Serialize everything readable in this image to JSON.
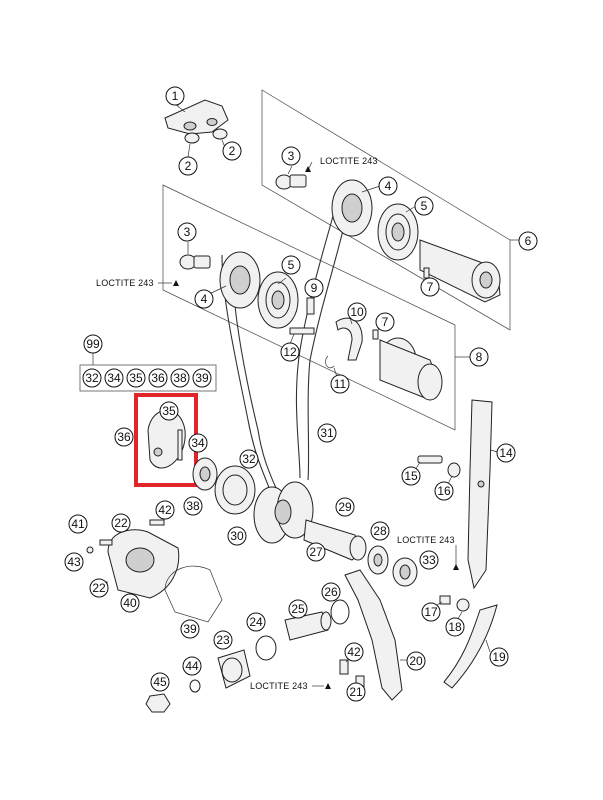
{
  "loctite_label": "LOCTITE 243",
  "kit_number": "99",
  "kit_contents": [
    "32",
    "34",
    "35",
    "36",
    "38",
    "39"
  ],
  "highlight_color": "#e0262b",
  "callouts": [
    {
      "id": "c1",
      "label": "1"
    },
    {
      "id": "c2a",
      "label": "2"
    },
    {
      "id": "c2b",
      "label": "2"
    },
    {
      "id": "c3a",
      "label": "3"
    },
    {
      "id": "c3b",
      "label": "3"
    },
    {
      "id": "c4a",
      "label": "4"
    },
    {
      "id": "c4b",
      "label": "4"
    },
    {
      "id": "c5a",
      "label": "5"
    },
    {
      "id": "c5b",
      "label": "5"
    },
    {
      "id": "c6",
      "label": "6"
    },
    {
      "id": "c7a",
      "label": "7"
    },
    {
      "id": "c7b",
      "label": "7"
    },
    {
      "id": "c8",
      "label": "8"
    },
    {
      "id": "c9",
      "label": "9"
    },
    {
      "id": "c10",
      "label": "10"
    },
    {
      "id": "c11",
      "label": "11"
    },
    {
      "id": "c12",
      "label": "12"
    },
    {
      "id": "c14",
      "label": "14"
    },
    {
      "id": "c15",
      "label": "15"
    },
    {
      "id": "c16",
      "label": "16"
    },
    {
      "id": "c17",
      "label": "17"
    },
    {
      "id": "c18",
      "label": "18"
    },
    {
      "id": "c19",
      "label": "19"
    },
    {
      "id": "c20",
      "label": "20"
    },
    {
      "id": "c21",
      "label": "21"
    },
    {
      "id": "c22a",
      "label": "22"
    },
    {
      "id": "c22b",
      "label": "22"
    },
    {
      "id": "c23",
      "label": "23"
    },
    {
      "id": "c24",
      "label": "24"
    },
    {
      "id": "c25",
      "label": "25"
    },
    {
      "id": "c26",
      "label": "26"
    },
    {
      "id": "c27",
      "label": "27"
    },
    {
      "id": "c28",
      "label": "28"
    },
    {
      "id": "c29",
      "label": "29"
    },
    {
      "id": "c30",
      "label": "30"
    },
    {
      "id": "c31",
      "label": "31"
    },
    {
      "id": "c32",
      "label": "32"
    },
    {
      "id": "c33",
      "label": "33"
    },
    {
      "id": "c34",
      "label": "34"
    },
    {
      "id": "c35",
      "label": "35"
    },
    {
      "id": "c36",
      "label": "36"
    },
    {
      "id": "c38",
      "label": "38"
    },
    {
      "id": "c39",
      "label": "39"
    },
    {
      "id": "c40",
      "label": "40"
    },
    {
      "id": "c41",
      "label": "41"
    },
    {
      "id": "c42a",
      "label": "42"
    },
    {
      "id": "c42b",
      "label": "42"
    },
    {
      "id": "c43",
      "label": "43"
    },
    {
      "id": "c44",
      "label": "44"
    },
    {
      "id": "c45",
      "label": "45"
    }
  ]
}
